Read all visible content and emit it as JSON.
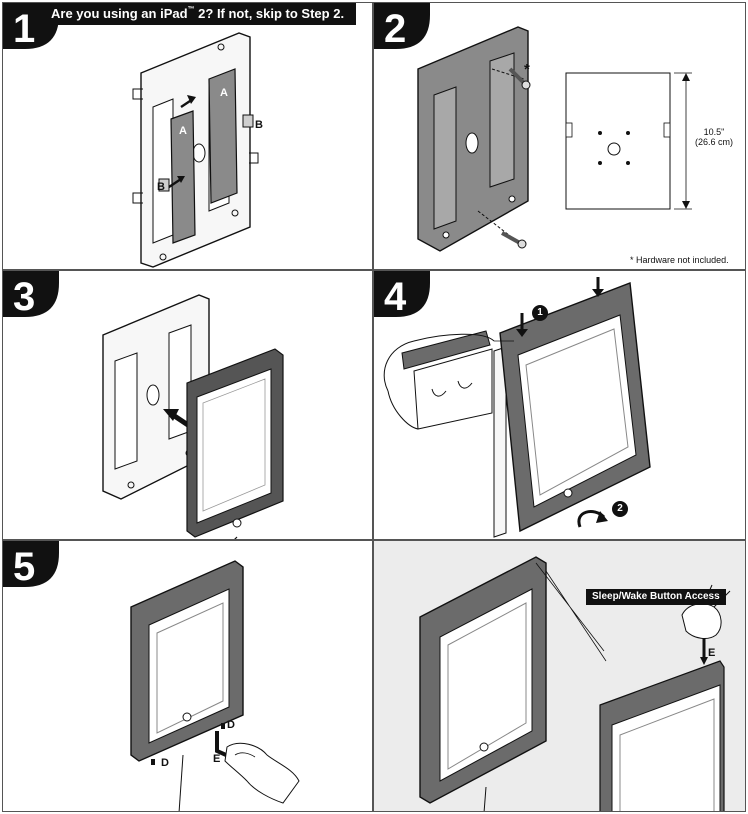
{
  "steps": {
    "s1": {
      "number": "1",
      "instruction": {
        "pre": "Are you using an ",
        "product": "iPad",
        "mark": "™",
        "post": " 2? If not, skip to Step 2."
      },
      "labels": {
        "a1": "A",
        "a2": "A",
        "b1": "B",
        "b2": "B"
      }
    },
    "s2": {
      "number": "2",
      "asterisk": "*",
      "dimension_in": "10.5\"",
      "dimension_cm": "(26.6 cm)",
      "footnote_mark": "*",
      "footnote": "Hardware not included."
    },
    "s3": {
      "number": "3"
    },
    "s4": {
      "number": "4",
      "badge1": "1",
      "badge2": "2"
    },
    "s5": {
      "number": "5",
      "labels": {
        "d1": "D",
        "d2": "D",
        "e": "E"
      }
    },
    "s6": {
      "callout": "Sleep/Wake Button Access",
      "label_e": "E"
    }
  },
  "colors": {
    "ink": "#111111",
    "frame": "#6b6b6b",
    "frame_dark": "#3a3a3a",
    "plate": "#f7f7f7",
    "plate_gray": "#8a8a8a",
    "shaded_panel": "#ececec"
  }
}
